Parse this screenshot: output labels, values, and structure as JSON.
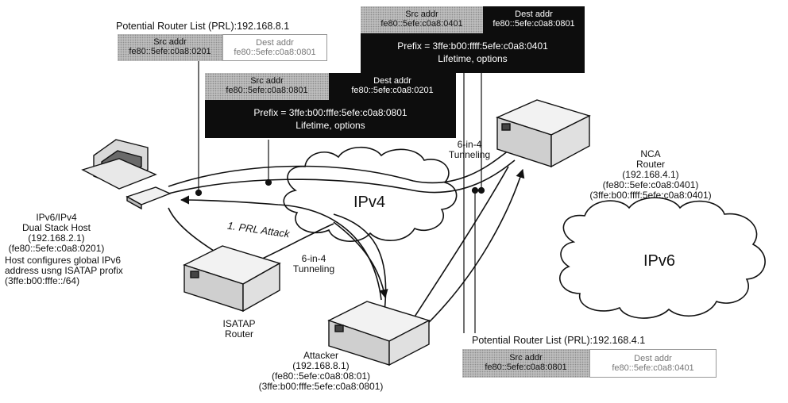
{
  "prl_left": {
    "title": "Potential Router List (PRL):192.168.8.1",
    "src_header": "Src addr",
    "src_value": "fe80::5efe:c0a8:0201",
    "dest_header": "Dest addr",
    "dest_value": "fe80::5efe:c0a8:0801"
  },
  "ra_top_right": {
    "src_header": "Src addr",
    "src_value": "fe80::5efe:c0a8:0401",
    "dest_header": "Dest addr",
    "dest_value": "fe80::5efe:c0a8:0801",
    "prefix": "Prefix = 3ffe:b00:ffff:5efe:c0a8:0401",
    "options": "Lifetime, options"
  },
  "ra_middle": {
    "src_header": "Src addr",
    "src_value": "fe80::5efe:c0a8:0801",
    "dest_header": "Dest addr",
    "dest_value": "fe80::5efe:c0a8:0201",
    "prefix": "Prefix = 3ffe:b00:fffe:5efe:c0a8:0801",
    "options": "Lifetime, options"
  },
  "prl_bottom": {
    "title": "Potential Router List (PRL):192.168.4.1",
    "src_header": "Src addr",
    "src_value": "fe80::5efe:c0a8:0801",
    "dest_header": "Dest addr",
    "dest_value": "fe80::5efe:c0a8:0401"
  },
  "host": {
    "l1": "IPv6/IPv4",
    "l2": "Dual Stack Host",
    "l3": "(192.168.2.1)",
    "l4": "(fe80::5efe:c0a8:0201)",
    "note1": "Host configures global IPv6",
    "note2": "address usng ISATAP profix",
    "note3": "(3ffe:b00:fffe::/64)"
  },
  "isatap": {
    "l1": "ISATAP",
    "l2": "Router"
  },
  "attacker": {
    "l1": "Attacker",
    "l2": "(192.168.8.1)",
    "l3": "(fe80::5efe:c0a8:08:01)",
    "l4": "(3ffe:b00:fffe:5efe:c0a8:0801)"
  },
  "nca": {
    "l1": "NCA",
    "l2": "Router",
    "l3": "(192.168.4.1)",
    "l4": "(fe80::5efe:c0a8:0401)",
    "l5": "(3ffe:b00:ffff:5efe:c0a8:0401)"
  },
  "clouds": {
    "ipv4": "IPv4",
    "ipv6": "IPv6"
  },
  "tunnel_top": {
    "l1": "6-in-4",
    "l2": "Tunneling"
  },
  "tunnel_bottom": {
    "l1": "6-in-4",
    "l2": "Tunneling"
  },
  "attack_label": "1. PRL Attack"
}
